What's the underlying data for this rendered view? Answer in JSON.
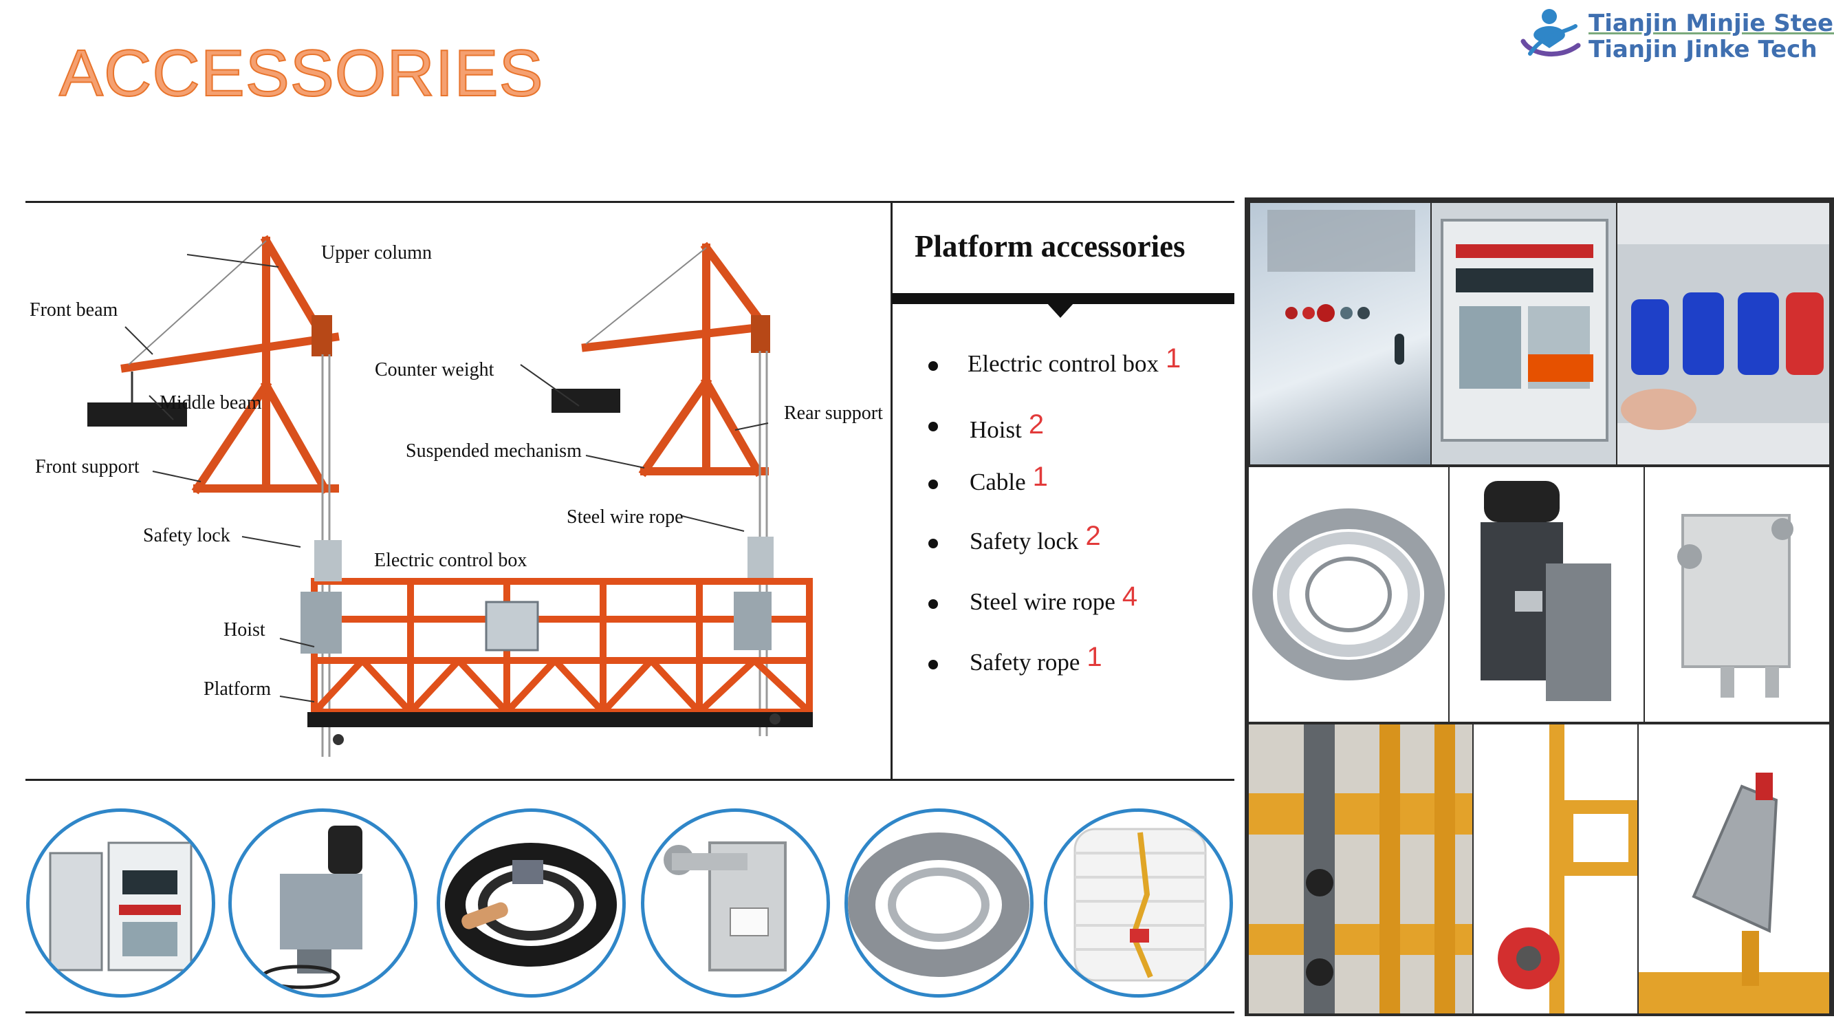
{
  "page": {
    "title": "ACCESSORIES"
  },
  "brand": {
    "line1": "Tianjin Minjie Steel",
    "line2": "Tianjin Jinke Tech",
    "logo_icon": "person-ring-logo-icon"
  },
  "colors": {
    "title_fill": "#f5a070",
    "title_stroke": "#e8742c",
    "brand_text": "#3f6fb0",
    "quantity": "#e23a3a",
    "frame_orange": "#e0501a",
    "circle_border": "#2f86c8"
  },
  "diagram": {
    "labels": {
      "upper_column": "Upper column",
      "front_beam": "Front beam",
      "middle_beam": "Middle beam",
      "counter_weight": "Counter weight",
      "rear_support": "Rear support",
      "suspended_mechanism": "Suspended mechanism",
      "front_support": "Front support",
      "steel_wire_rope": "Steel wire rope",
      "safety_lock": "Safety lock",
      "electric_control_box": "Electric  control box",
      "hoist": "Hoist",
      "platform": "Platform"
    }
  },
  "accessories": {
    "title": "Platform accessories",
    "items": [
      {
        "name": "Electric  control box",
        "qty": "1"
      },
      {
        "name": "Hoist",
        "qty": "2"
      },
      {
        "name": "Cable",
        "qty": "1"
      },
      {
        "name": "Safety lock",
        "qty": "2"
      },
      {
        "name": "Steel wire rope",
        "qty": "4"
      },
      {
        "name": "Safety rope",
        "qty": "1"
      }
    ]
  },
  "photo_grid": [
    "electric-box-front-photo",
    "electric-box-inside-photo",
    "socket-panel-photo",
    "wire-rope-coil-photo",
    "hoist-motor-photo",
    "safety-lock-photo",
    "platform-wheel-detail-photo",
    "platform-caster-photo",
    "mechanism-closeup-photo"
  ],
  "circle_photos": [
    "control-box-circle-photo",
    "hoist-circle-photo",
    "cable-coil-circle-photo",
    "safety-lock-circle-photo",
    "steel-rope-circle-photo",
    "safety-rope-circle-photo"
  ]
}
